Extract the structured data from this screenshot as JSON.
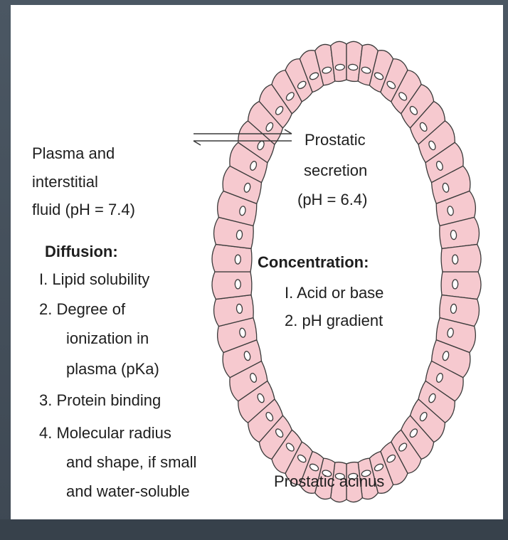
{
  "labels": {
    "plasma_line1": "Plasma and",
    "plasma_line2": "interstitial",
    "plasma_line3": "fluid (pH = 7.4)",
    "diffusion_heading": "Diffusion:",
    "diffusion_item1": "I. Lipid solubility",
    "diffusion_item2_line1": "2. Degree of",
    "diffusion_item2_line2": "ionization in",
    "diffusion_item2_line3": "plasma (pKa)",
    "diffusion_item3": "3. Protein binding",
    "diffusion_item4_line1": "4. Molecular radius",
    "diffusion_item4_line2": "and shape, if small",
    "diffusion_item4_line3": "and water-soluble",
    "secretion_line1": "Prostatic",
    "secretion_line2": "secretion",
    "secretion_line3": "(pH = 6.4)",
    "concentration_heading": "Concentration:",
    "concentration_item1": "I. Acid or base",
    "concentration_item2": "2. pH gradient",
    "acinus_label": "Prostatic acinus"
  },
  "colors": {
    "cell_fill": "#f6c9cf",
    "outline": "#3a3a3a",
    "text": "#1e1e1e",
    "background": "#45505b"
  }
}
